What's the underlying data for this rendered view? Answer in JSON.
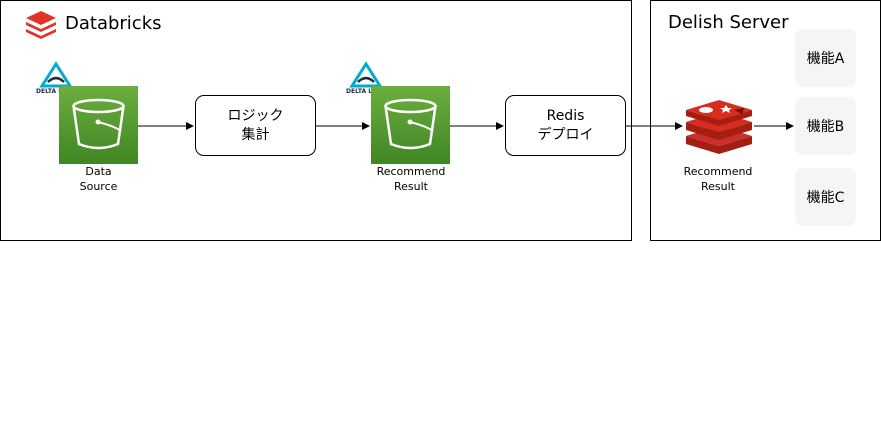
{
  "databricks": {
    "title": "Databricks",
    "data_source_label": [
      "Data",
      "Source"
    ],
    "recommend_result_label": [
      "Recommend",
      "Result"
    ],
    "logic_box": [
      "ロジック",
      "集計"
    ],
    "redis_box": [
      "Redis",
      "デプロイ"
    ],
    "delta_lake_logo_text": "DELTA LAKE"
  },
  "delish": {
    "title": "Delish Server",
    "redis_label": [
      "Recommend",
      "Result"
    ],
    "features": [
      "機能A",
      "機能B",
      "機能C"
    ]
  },
  "colors": {
    "databricks_brand": "#e0332a",
    "bucket_green": "#3f8624",
    "delta_lake_teal": "#00aad2",
    "redis_red": "#c9302c",
    "feature_bg": "#f5f5f5"
  },
  "icons": [
    "databricks-logo-icon",
    "delta-lake-icon",
    "s3-bucket-icon",
    "redis-icon"
  ]
}
